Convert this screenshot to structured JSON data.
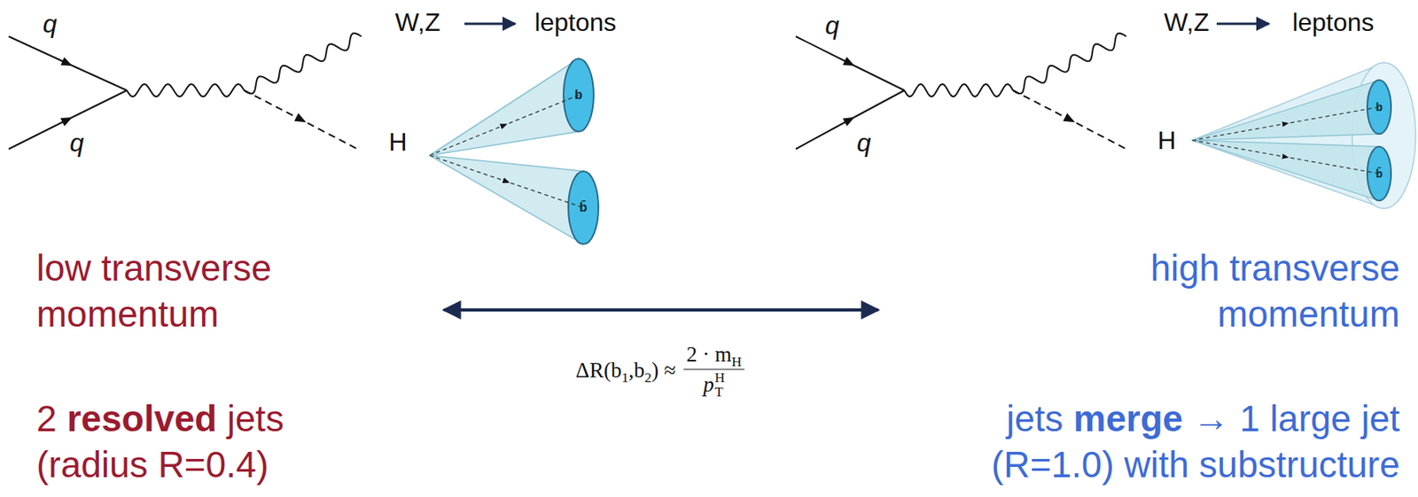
{
  "diagram": {
    "labels": [
      "q",
      "q",
      "W,Z",
      "leptons",
      "H",
      "b",
      "b̄",
      "low transverse momentum",
      "2",
      "resolved",
      "jets (radius R=0.4)",
      "ΔR(b",
      "1",
      ",b",
      "2",
      ") ≈",
      "2 · m",
      "H",
      "p",
      "H",
      "T",
      "q",
      "q",
      "W,Z",
      "leptons",
      "H",
      "b",
      "b̄",
      "high transverse momentum",
      "jets",
      "merge",
      "→ 1 large jet (R=1.0) with substructure"
    ]
  }
}
